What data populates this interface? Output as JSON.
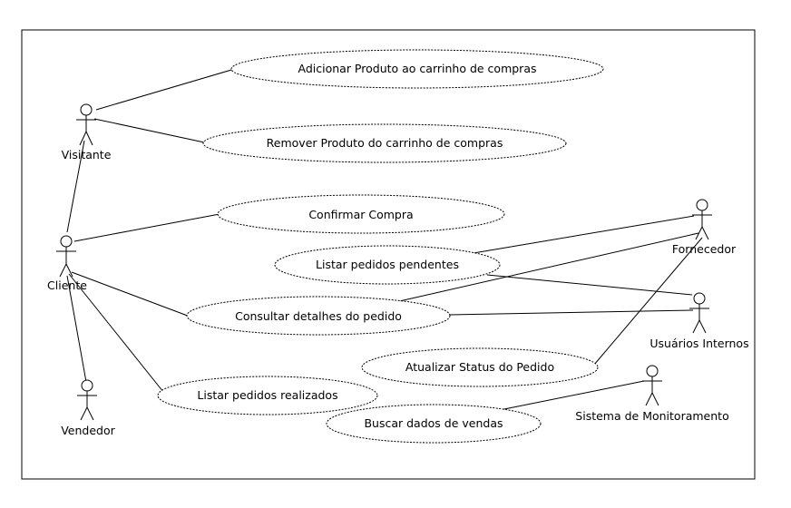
{
  "actors": [
    {
      "id": "visitante",
      "name": "Visitante"
    },
    {
      "id": "cliente",
      "name": "Cliente"
    },
    {
      "id": "vendedor",
      "name": "Vendedor"
    },
    {
      "id": "fornecedor",
      "name": "Fornecedor"
    },
    {
      "id": "usuarios",
      "name": "Usuários Internos"
    },
    {
      "id": "monitor",
      "name": "Sistema de Monitoramento"
    }
  ],
  "use_cases": [
    {
      "id": "uc1",
      "label": "Adicionar Produto ao carrinho de compras"
    },
    {
      "id": "uc2",
      "label": "Remover Produto do carrinho de compras"
    },
    {
      "id": "uc3",
      "label": "Confirmar Compra"
    },
    {
      "id": "uc4",
      "label": "Listar pedidos pendentes"
    },
    {
      "id": "uc5",
      "label": "Consultar detalhes do pedido"
    },
    {
      "id": "uc6",
      "label": "Atualizar Status do Pedido"
    },
    {
      "id": "uc7",
      "label": "Listar pedidos realizados"
    },
    {
      "id": "uc8",
      "label": "Buscar dados de vendas"
    }
  ]
}
